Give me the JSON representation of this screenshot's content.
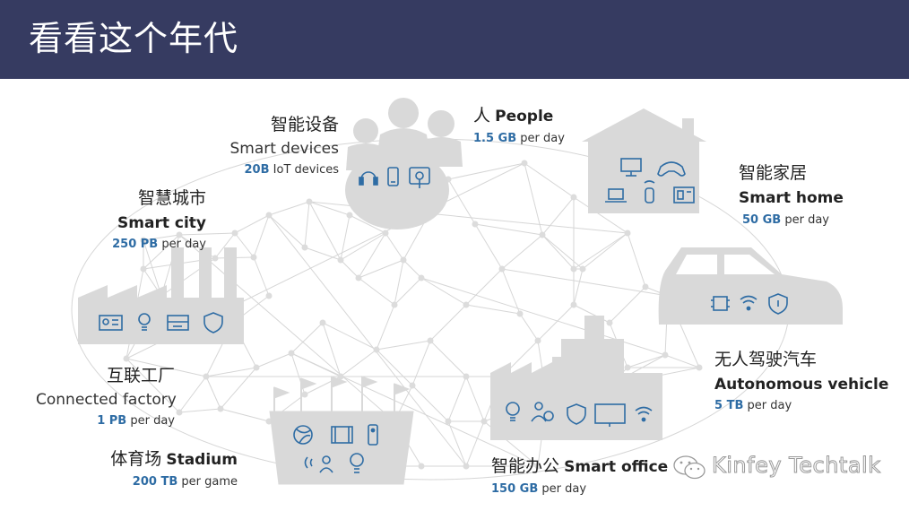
{
  "title": "看看这个年代",
  "colors": {
    "header_bg": "#363b61",
    "accent": "#2e6ca4",
    "silhouette": "#d9d9d9",
    "icon": "#2e6ca4"
  },
  "nodes": {
    "smart_devices": {
      "cn": "智能设备",
      "en": "Smart devices",
      "value": "20B",
      "unit": "IoT devices",
      "icons": [
        "headphones-icon",
        "phone-icon",
        "touch-screen-icon"
      ]
    },
    "people": {
      "cn": "人",
      "en": "People",
      "value": "1.5 GB",
      "unit": "per day"
    },
    "smart_home": {
      "cn": "智能家居",
      "en": "Smart home",
      "value": "50 GB",
      "unit": "per day",
      "icons": [
        "monitor-icon",
        "gamepad-icon",
        "laptop-icon",
        "speaker-icon",
        "appliance-icon"
      ]
    },
    "smart_city": {
      "cn": "智慧城市",
      "en": "Smart city",
      "value": "250 PB",
      "unit": "per day",
      "icons": [
        "id-card-icon",
        "bulb-icon",
        "sign-icon",
        "shield-icon"
      ]
    },
    "autonomous_vehicle": {
      "cn": "无人驾驶汽车",
      "en": "Autonomous vehicle",
      "value": "5 TB",
      "unit": "per day",
      "icons": [
        "chip-icon",
        "wifi-icon",
        "shield-icon"
      ]
    },
    "connected_factory": {
      "cn": "互联工厂",
      "en": "Connected factory",
      "value": "1 PB",
      "unit": "per day"
    },
    "stadium": {
      "cn": "体育场",
      "en": "Stadium",
      "value": "200 TB",
      "unit": "per game",
      "icons": [
        "ball-icon",
        "screen-icon",
        "remote-icon",
        "sound-person-icon",
        "bulb-icon"
      ]
    },
    "smart_office": {
      "cn": "智能办公",
      "en": "Smart office",
      "value": "150 GB",
      "unit": "per day",
      "icons": [
        "bulb-icon",
        "users-icon",
        "shield-icon",
        "desktop-icon",
        "wifi-icon"
      ]
    }
  },
  "watermark": "Kinfey Techtalk"
}
